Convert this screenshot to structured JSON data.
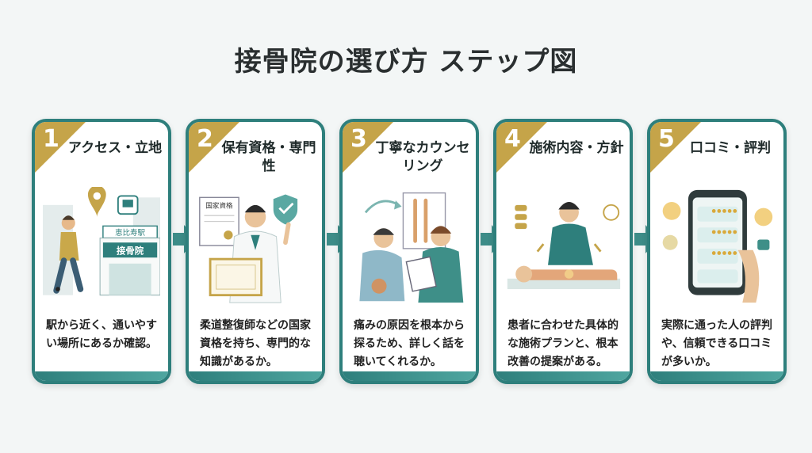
{
  "title": "接骨院の選び方 ステップ図",
  "steps": [
    {
      "number": "1",
      "heading": "アクセス・立地",
      "desc": "駅から近く、通いやすい場所にあるか確認。",
      "sign_station": "恵比寿駅",
      "sign_clinic": "接骨院"
    },
    {
      "number": "2",
      "heading": "保有資格・専門性",
      "desc": "柔道整復師などの国家資格を持ち、専門的な知識があるか。",
      "doc_label": "国家資格"
    },
    {
      "number": "3",
      "heading": "丁寧なカウンセリング",
      "desc": "痛みの原因を根本から探るため、詳しく話を聴いてくれるか。"
    },
    {
      "number": "4",
      "heading": "施術内容・方針",
      "desc": "患者に合わせた具体的な施術プランと、根本改善の提案がある。"
    },
    {
      "number": "5",
      "heading": "口コミ・評判",
      "desc": "実際に通った人の評判や、信頼できる口コミが多いか。"
    }
  ],
  "colors": {
    "teal": "#2e7f7c",
    "gold": "#c5a449",
    "arrow": "#3d8c88"
  }
}
